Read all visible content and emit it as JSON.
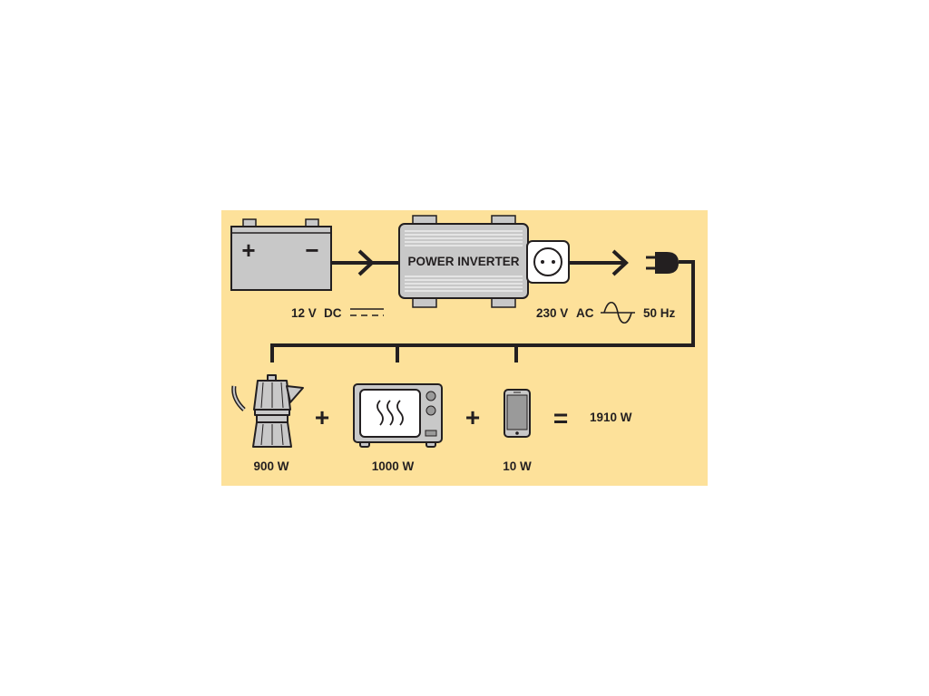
{
  "colors": {
    "panel_background": "#fde19a",
    "stroke": "#231f20",
    "device_fill": "#c8c8c8",
    "white": "#ffffff"
  },
  "battery": {
    "icon": "car-battery-icon",
    "positive_symbol": "+",
    "negative_symbol": "−"
  },
  "input": {
    "voltage": "12 V",
    "type": "DC",
    "waveform_icon": "dc-symbol-icon"
  },
  "inverter": {
    "label": "POWER INVERTER",
    "socket_icon": "power-socket-icon"
  },
  "output": {
    "voltage": "230 V",
    "type": "AC",
    "waveform_icon": "ac-sine-icon",
    "frequency": "50 Hz",
    "plug_icon": "power-plug-icon"
  },
  "appliances": [
    {
      "icon": "moka-pot-icon",
      "power": "900 W"
    },
    {
      "icon": "microwave-icon",
      "power": "1000 W"
    },
    {
      "icon": "smartphone-icon",
      "power": "10 W"
    }
  ],
  "operators": {
    "plus": "+",
    "equals": "="
  },
  "total": {
    "power": "1910 W"
  }
}
